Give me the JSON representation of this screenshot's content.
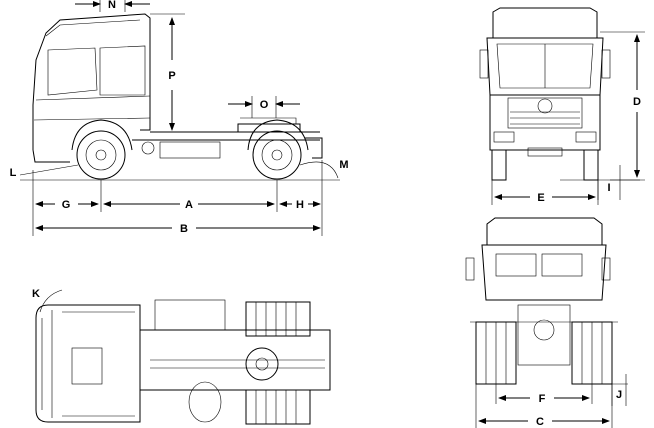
{
  "diagram": {
    "dimension_labels": {
      "A": "A",
      "B": "B",
      "C": "C",
      "D": "D",
      "E": "E",
      "F": "F",
      "G": "G",
      "H": "H",
      "I": "I",
      "J": "J",
      "K": "K",
      "L": "L",
      "M": "M",
      "N": "N",
      "O": "O",
      "P": "P"
    }
  }
}
